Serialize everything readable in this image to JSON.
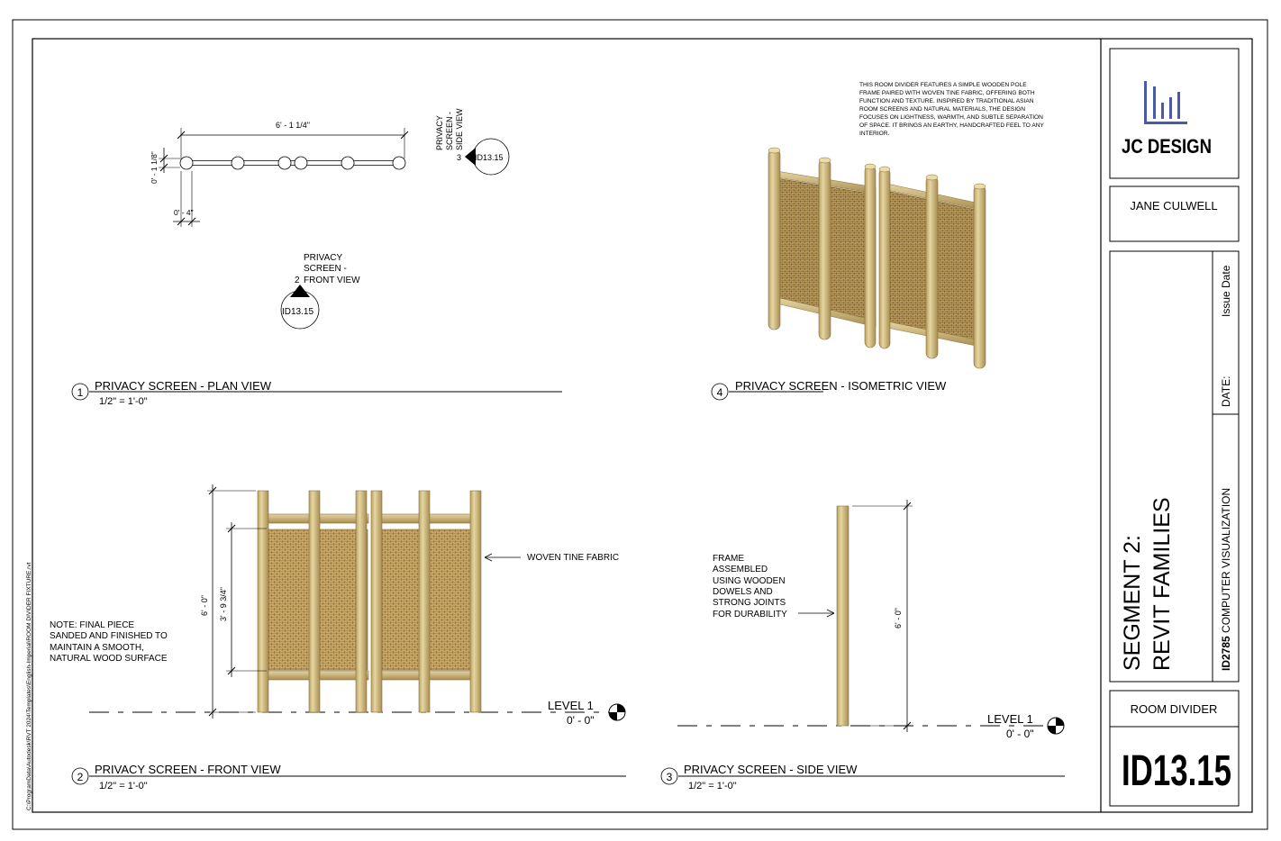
{
  "title_block": {
    "company": "JC DESIGN",
    "designer": "JANE CULWELL",
    "issue_date_label": "Issue Date",
    "date_label": "DATE:",
    "course": "ID2785 COMPUTER VISUALIZATION",
    "course_code": "ID2785",
    "course_name": " COMPUTER VISUALIZATION",
    "segment_line1": "SEGMENT 2:",
    "segment_line2": "REVIT FAMILIES",
    "sheet_name": "ROOM DIVIDER",
    "sheet_number": "ID13.15"
  },
  "file_path": "C:\\ProgramData\\Autodesk\\RVT 2024\\Templates\\English-Imperial\\ROOM DIVIDER FIXTURE.rvt",
  "description": "THIS ROOM DIVIDER FEATURES A SIMPLE WOODEN POLE FRAME PAIRED WITH WOVEN TINE FABRIC, OFFERING BOTH FUNCTION AND TEXTURE. INSPIRED BY TRADITIONAL ASIAN ROOM SCREENS AND NATURAL MATERIALS, THE DESIGN FOCUSES ON LIGHTNESS, WARMTH, AND SUBTLE SEPARATION OF SPACE. IT BRINGS AN EARTHY, HANDCRAFTED FEEL TO ANY INTERIOR.",
  "description_lines": [
    "THIS ROOM DIVIDER FEATURES A SIMPLE WOODEN POLE",
    "FRAME PAIRED WITH WOVEN TINE FABRIC, OFFERING BOTH",
    "FUNCTION AND TEXTURE. INSPIRED BY TRADITIONAL ASIAN",
    "ROOM SCREENS AND NATURAL MATERIALS, THE DESIGN",
    "FOCUSES ON LIGHTNESS, WARMTH, AND SUBTLE SEPARATION",
    "OF SPACE. IT BRINGS AN EARTHY, HANDCRAFTED FEEL TO ANY",
    "INTERIOR."
  ],
  "views": {
    "plan": {
      "number": "1",
      "title": "PRIVACY SCREEN - PLAN VIEW",
      "scale": "1/2\" = 1'-0\""
    },
    "front": {
      "number": "2",
      "title": "PRIVACY SCREEN - FRONT VIEW",
      "scale": "1/2\" = 1'-0\""
    },
    "side": {
      "number": "3",
      "title": "PRIVACY SCREEN - SIDE VIEW",
      "scale": "1/2\" = 1'-0\""
    },
    "iso": {
      "number": "4",
      "title": "PRIVACY SCREEN - ISOMETRIC VIEW"
    }
  },
  "plan_dims": {
    "overall": "6' - 1 1/4\"",
    "depth": "0' - 1 1/8\"",
    "spacing": "0' - 4\""
  },
  "callouts": {
    "side": {
      "line1": "PRIVACY",
      "line2": "SCREEN -",
      "line3": "SIDE VIEW",
      "number": "3",
      "sheet": "ID13.15"
    },
    "front": {
      "line1": "PRIVACY",
      "line2": "SCREEN -",
      "line3": "FRONT VIEW",
      "number": "2",
      "sheet": "ID13.15"
    }
  },
  "front_dims": {
    "overall": "6' - 0\"",
    "panel": "3' - 9 3/4\""
  },
  "side_dims": {
    "overall": "6' - 0\""
  },
  "notes": {
    "fabric": "WOVEN TINE FABRIC",
    "final_lines": [
      "NOTE: FINAL PIECE",
      "SANDED AND FINISHED TO",
      "MAINTAIN A SMOOTH,",
      "NATURAL WOOD SURFACE"
    ],
    "frame_lines": [
      "FRAME",
      "ASSEMBLED",
      "USING WOODEN",
      "DOWELS AND",
      "STRONG JOINTS",
      "FOR DURABILITY"
    ]
  },
  "levels": {
    "name": "LEVEL 1",
    "elevation": "0' - 0\""
  },
  "colors": {
    "wood": "#d8c48a",
    "wood_dark": "#9c8650",
    "fabric": "#c8a868",
    "fabric_dark": "#8c6e3a",
    "logo": "#4a5aa8"
  }
}
